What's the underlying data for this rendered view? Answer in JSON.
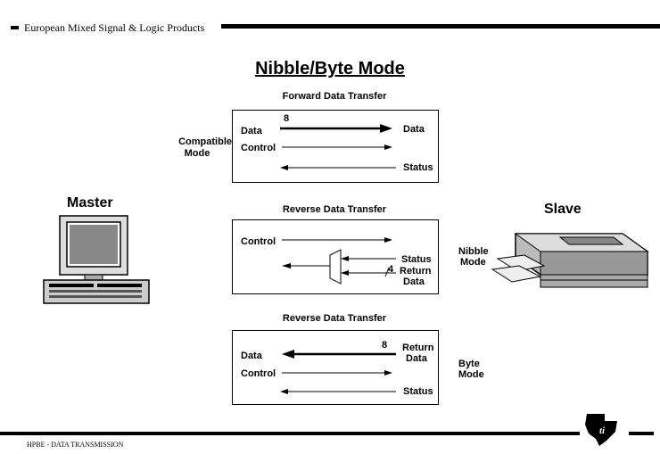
{
  "header": {
    "text": "European Mixed Signal & Logic Products"
  },
  "title": "Nibble/Byte Mode",
  "master_label": "Master",
  "slave_label": "Slave",
  "forward": {
    "heading": "Forward Data Transfer",
    "side_label_1": "Compatible",
    "side_label_2": "Mode",
    "bus_width": "8",
    "left": [
      "Data",
      "Control"
    ],
    "right": [
      "Data",
      "Status"
    ]
  },
  "nibble": {
    "heading": "Reverse Data Transfer",
    "side_label_1": "Nibble",
    "side_label_2": "Mode",
    "control": "Control",
    "status": "Status",
    "bus_width": "4",
    "return_1": "Return",
    "return_2": "Data"
  },
  "byte": {
    "heading": "Reverse Data Transfer",
    "side_label_1": "Byte",
    "side_label_2": "Mode",
    "bus_width": "8",
    "left": [
      "Data",
      "Control"
    ],
    "return_1": "Return",
    "return_2": "Data",
    "status": "Status"
  },
  "footer": {
    "text": "HPBE - DATA TRANSMISSION"
  }
}
